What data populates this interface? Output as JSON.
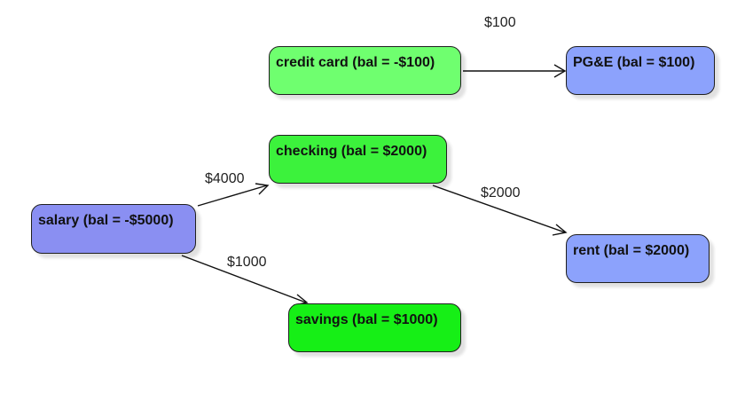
{
  "colors": {
    "green_light": "#6fff6f",
    "green_mid": "#3cf23c",
    "green_bright": "#16ef16",
    "blue_node": "#8ca2fc",
    "salary_node": "#8a8ff2",
    "edge": "#111111"
  },
  "nodes": {
    "credit_card": {
      "label": "credit card (bal = -$100)"
    },
    "pge": {
      "label": "PG&E (bal = $100)"
    },
    "checking": {
      "label": "checking (bal = $2000)"
    },
    "salary": {
      "label": "salary (bal = -$5000)"
    },
    "rent": {
      "label": "rent (bal = $2000)"
    },
    "savings": {
      "label": "savings (bal = $1000)"
    }
  },
  "edges": {
    "credit_card_to_pge": {
      "label": "$100"
    },
    "salary_to_checking": {
      "label": "$4000"
    },
    "checking_to_rent": {
      "label": "$2000"
    },
    "salary_to_savings": {
      "label": "$1000"
    }
  }
}
